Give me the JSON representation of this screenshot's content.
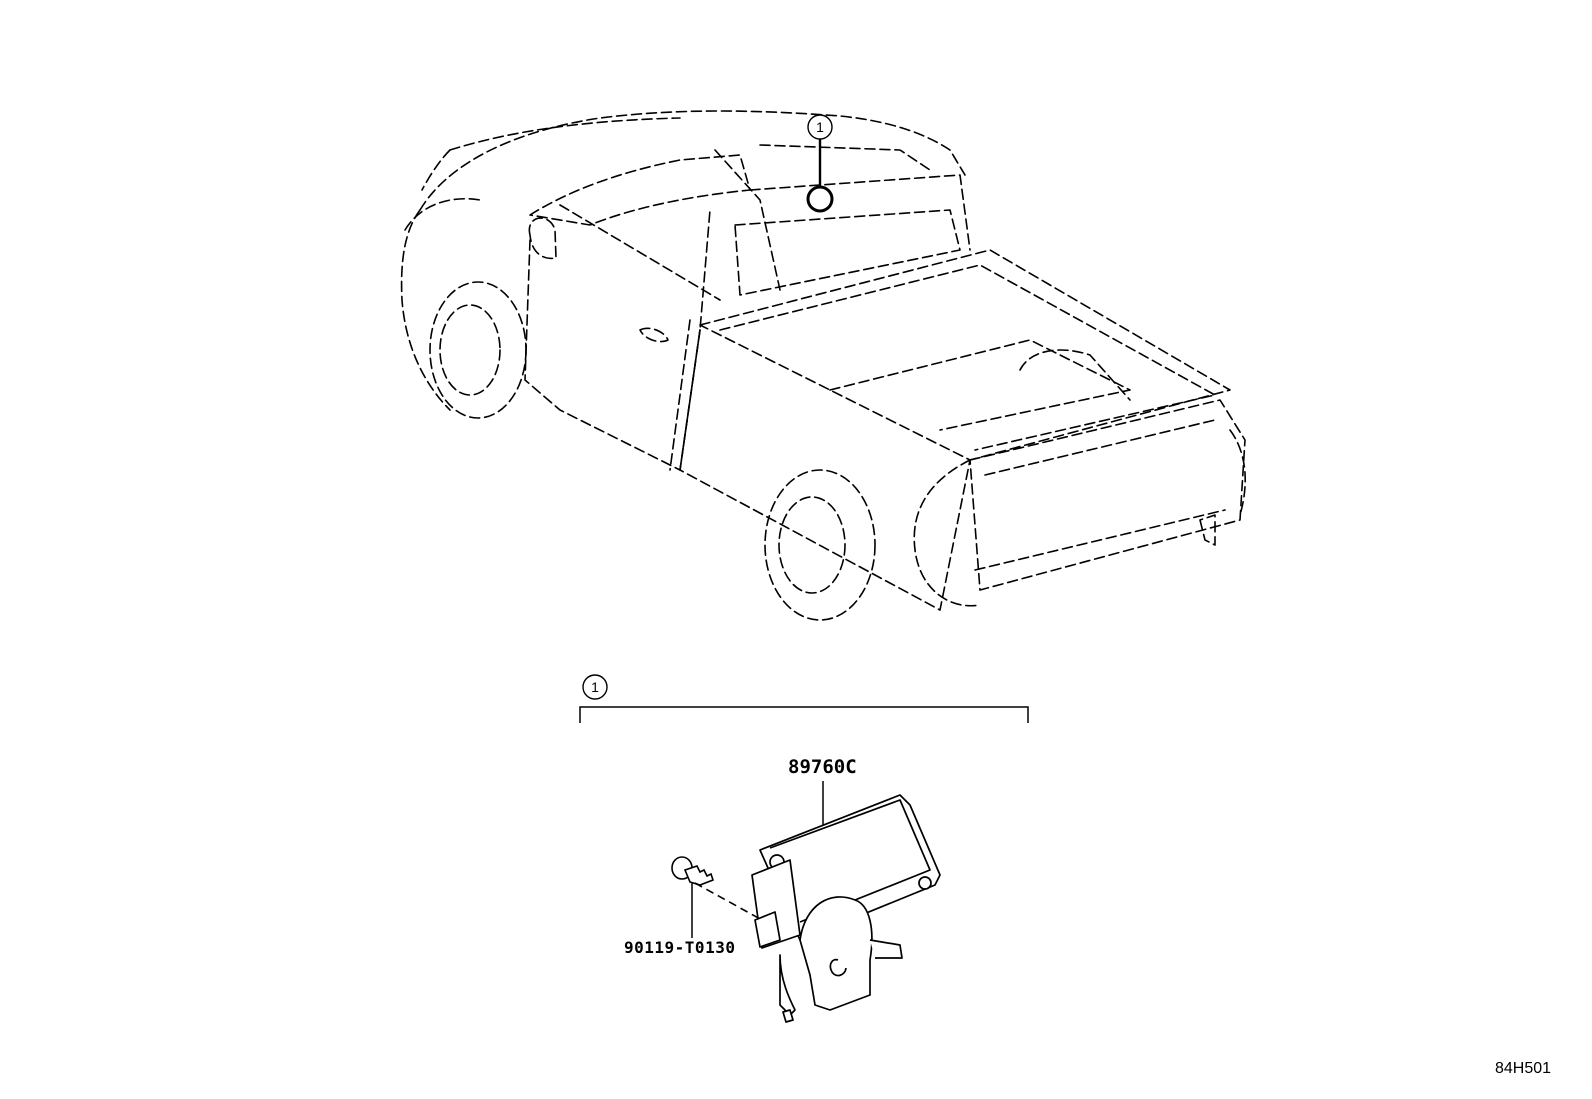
{
  "callouts": {
    "top_number": "1",
    "bottom_number": "1"
  },
  "parts": {
    "module_number": "89760C",
    "bolt_number": "90119-T0130"
  },
  "illustration_ref": "84H501",
  "colors": {
    "line": "#000000",
    "background": "#ffffff"
  }
}
